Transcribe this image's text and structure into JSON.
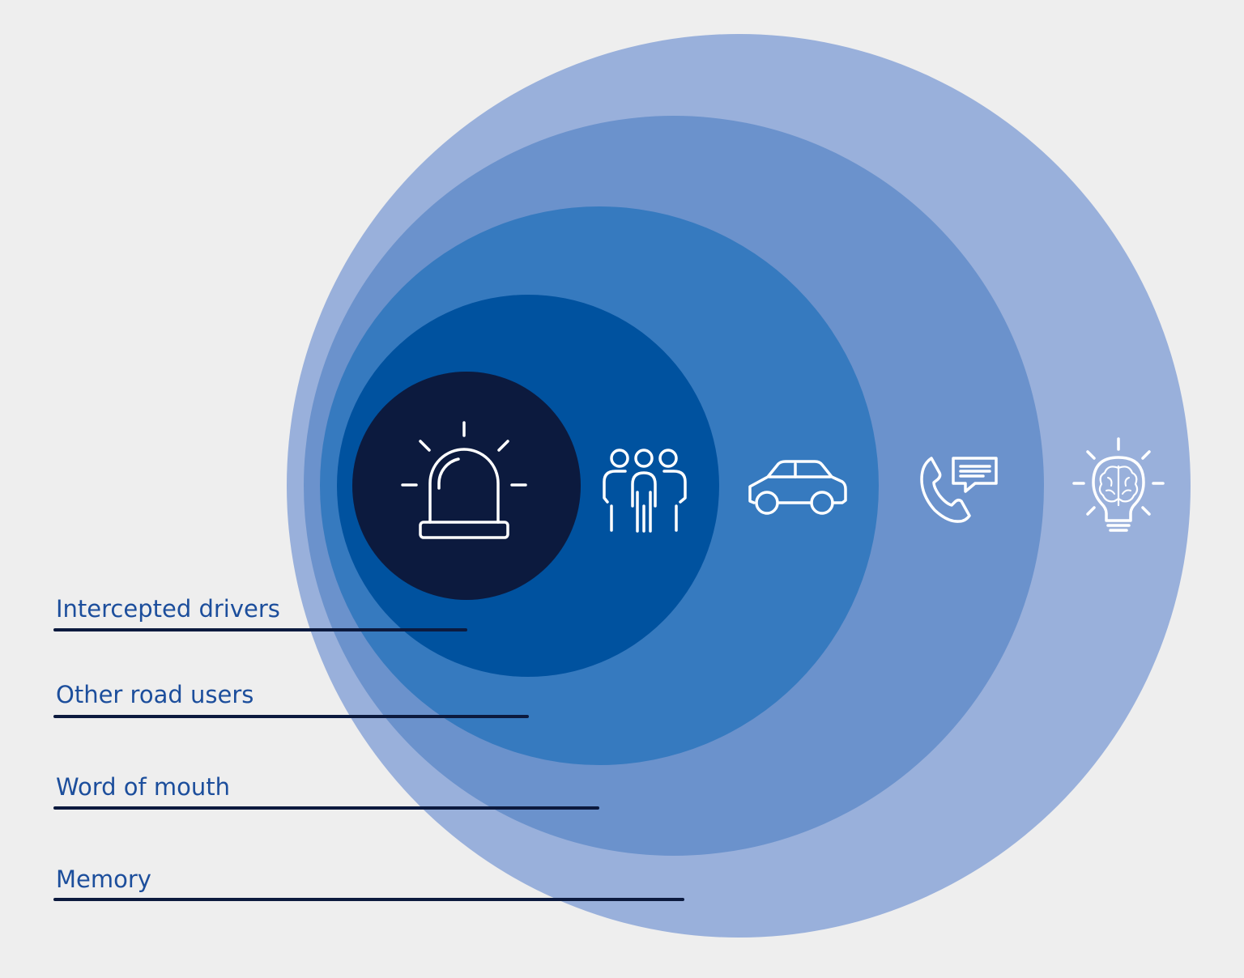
{
  "colors": {
    "background": "#eeeeee",
    "ring_outer": "#99b0db",
    "ring_2": "#6b92cc",
    "ring_3": "#367abf",
    "ring_4": "#00529f",
    "ring_core": "#0c1a3e",
    "label_text": "#1c4e9c",
    "leader_line": "#0c1a3e",
    "icon": "#ffffff"
  },
  "labels": [
    "Intercepted drivers",
    "Other road users",
    "Word of mouth",
    "Memory"
  ],
  "icons": [
    "siren-icon",
    "people-group-icon",
    "car-icon",
    "phone-message-icon",
    "lightbulb-brain-icon"
  ]
}
